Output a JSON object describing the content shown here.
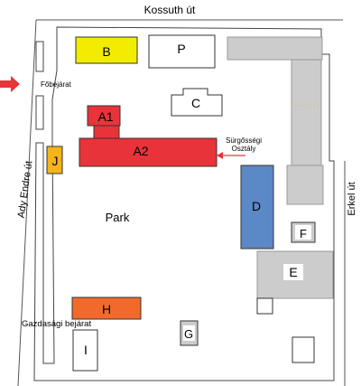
{
  "streets": {
    "kossuth": "Kossuth út",
    "ady": "Ady Endre út",
    "erkel": "Erkel út"
  },
  "entrances": {
    "main": "Főbejárat",
    "economic": "Gazdasági bejárat"
  },
  "emergency": {
    "line1": "Sürgősségi",
    "line2": "Osztály"
  },
  "park_label": "Park",
  "buildings": {
    "A1": "A1",
    "A2": "A2",
    "B": "B",
    "C": "C",
    "D": "D",
    "E": "E",
    "F": "F",
    "G": "G",
    "H": "H",
    "I": "I",
    "J": "J",
    "P": "P"
  },
  "colors": {
    "red": "#e8333a",
    "yellow": "#f2ed00",
    "blue": "#5b88c6",
    "orange": "#f26a2b",
    "gold": "#f4b41a",
    "gray": "#cccccc",
    "outline": "#333333"
  }
}
